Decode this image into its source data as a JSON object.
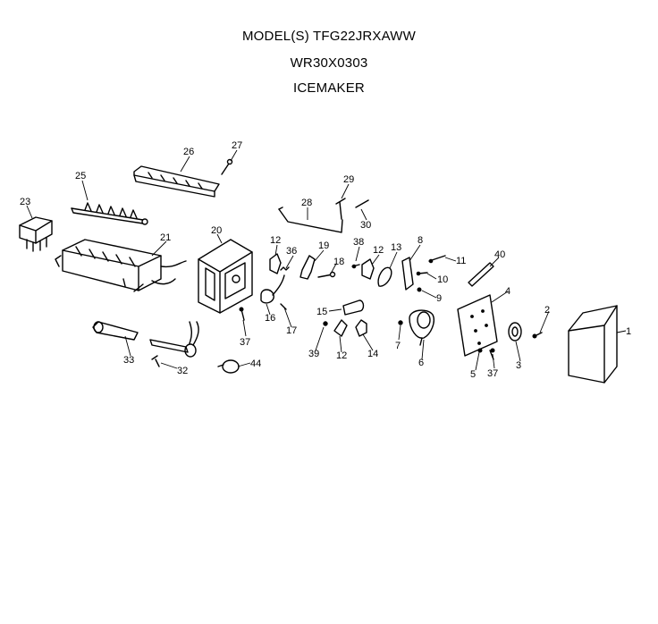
{
  "header": {
    "model_line": "MODEL(S) TFG22JRXAWW",
    "kit_line": "WR30X0303",
    "title": "ICEMAKER"
  },
  "callouts": [
    "1",
    "2",
    "3",
    "4",
    "5",
    "6",
    "7",
    "8",
    "9",
    "10",
    "11",
    "12",
    "12",
    "12",
    "13",
    "14",
    "15",
    "16",
    "17",
    "18",
    "19",
    "20",
    "21",
    "23",
    "25",
    "26",
    "27",
    "28",
    "29",
    "30",
    "32",
    "33",
    "36",
    "37",
    "37",
    "38",
    "39",
    "40",
    "44"
  ]
}
